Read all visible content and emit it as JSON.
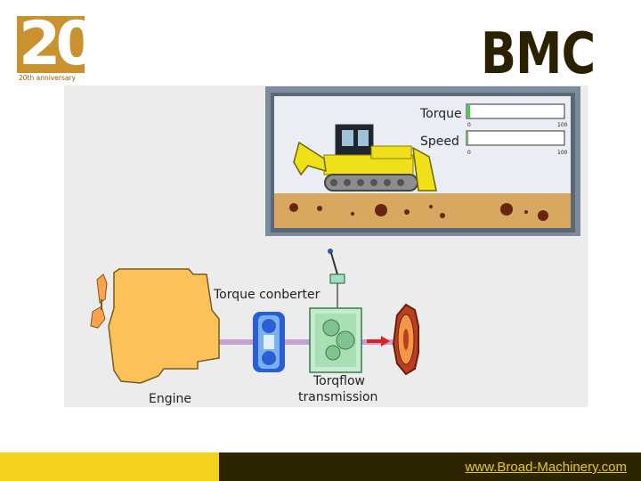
{
  "logo": {
    "number": "20",
    "caption": "20th anniversary",
    "color": "#c9922e"
  },
  "brand": {
    "name": "BMC"
  },
  "monitor": {
    "torque_label": "Torque",
    "speed_label": "Speed",
    "scale_min": "0",
    "scale_max": "100",
    "torque_level": 0.03,
    "speed_level": 0.01
  },
  "diagram": {
    "torque_converter_label": "Torque conberter",
    "transmission_label_1": "Torqflow",
    "transmission_label_2": "transmission",
    "engine_label": "Engine"
  },
  "footer": {
    "url": "www.Broad-Machinery.com",
    "left_color": "#f2d21e",
    "right_color": "#2d2500"
  }
}
